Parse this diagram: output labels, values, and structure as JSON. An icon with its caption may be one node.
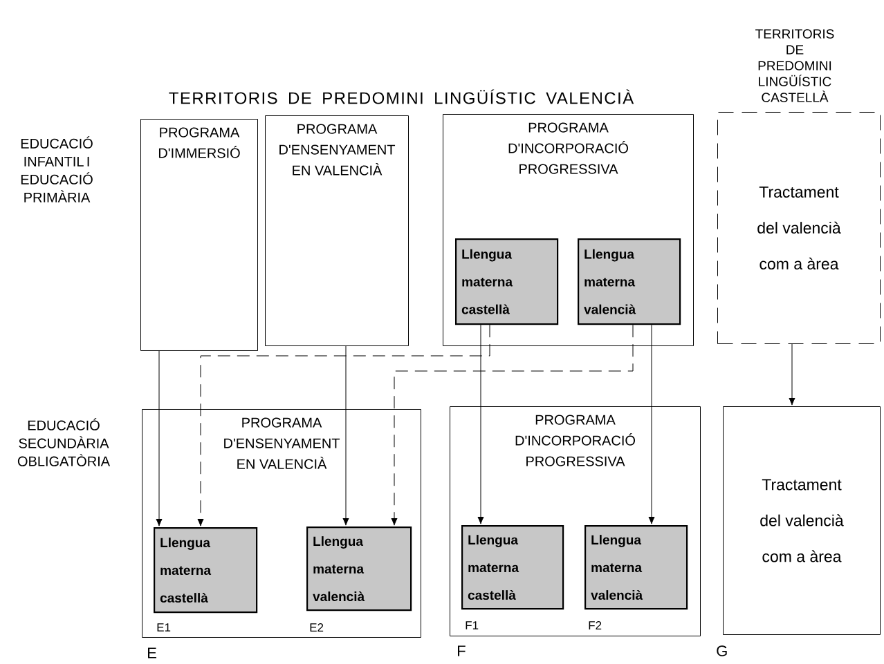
{
  "diagram": {
    "nodes": [
      {
        "text": [
          "PROGRAMA D'IMMERSIÓ"
        ]
      },
      {
        "text": [
          "PROGRAMA D'ENSENYAMENT EN VALENCIÀ"
        ]
      },
      {
        "text": [
          "PROGRAMA D'INCORPORACIÓ PROGRESSIVA"
        ]
      },
      {
        "text": [
          "Llengua materna castellà"
        ],
        "in": 2
      },
      {
        "text": [
          "Llengua materna valencià"
        ],
        "in": 2
      },
      {
        "text": [
          "TERRITORIS DE PREDOMINI LINGÜÍSTIC CASTELLÀ",
          "Tractament del valencià com a àrea"
        ]
      },
      {
        "text": [
          "PROGRAMA D'ENSENYAMENT EN VALENCIÀ"
        ],
        "beside": [
          "E"
        ]
      },
      {
        "text": [
          "Llengua materna castellà"
        ],
        "in": 6,
        "beside": [
          "E1"
        ]
      },
      {
        "text": [
          "Llengua materna valencià"
        ],
        "in": 6,
        "beside": [
          "E2"
        ]
      },
      {
        "text": [
          "PROGRAMA D'INCORPORACIÓ PROGRESSIVA"
        ],
        "beside": [
          "F"
        ]
      },
      {
        "text": [
          "Llengua materna castellà"
        ],
        "in": 9,
        "beside": [
          "F1"
        ]
      },
      {
        "text": [
          "Llengua materna valencià"
        ],
        "in": 9,
        "beside": [
          "F2"
        ]
      },
      {
        "text": [
          "Tractament del valencià com a àrea"
        ],
        "beside": [
          "G"
        ]
      }
    ],
    "edges": [
      {
        "from": 0,
        "to": 7,
        "arrow": "to"
      },
      {
        "from": 3,
        "to": 7,
        "arrow": "to",
        "style": "dashed"
      },
      {
        "from": 1,
        "to": 8,
        "arrow": "to"
      },
      {
        "from": 4,
        "to": 8,
        "arrow": "to",
        "style": "dashed"
      },
      {
        "from": 3,
        "to": 10,
        "arrow": "to"
      },
      {
        "from": 4,
        "to": 11,
        "arrow": "to"
      },
      {
        "from": 5,
        "to": 12,
        "arrow": "to"
      }
    ],
    "labels": [
      "TERRITORIS DE PREDOMINI LINGÜÍSTIC VALENCIÀ",
      "EDUCACIÓ INFANTIL I EDUCACIÓ PRIMÀRIA",
      "EDUCACIÓ SECUNDÀRIA OBLIGATÒRIA"
    ]
  }
}
